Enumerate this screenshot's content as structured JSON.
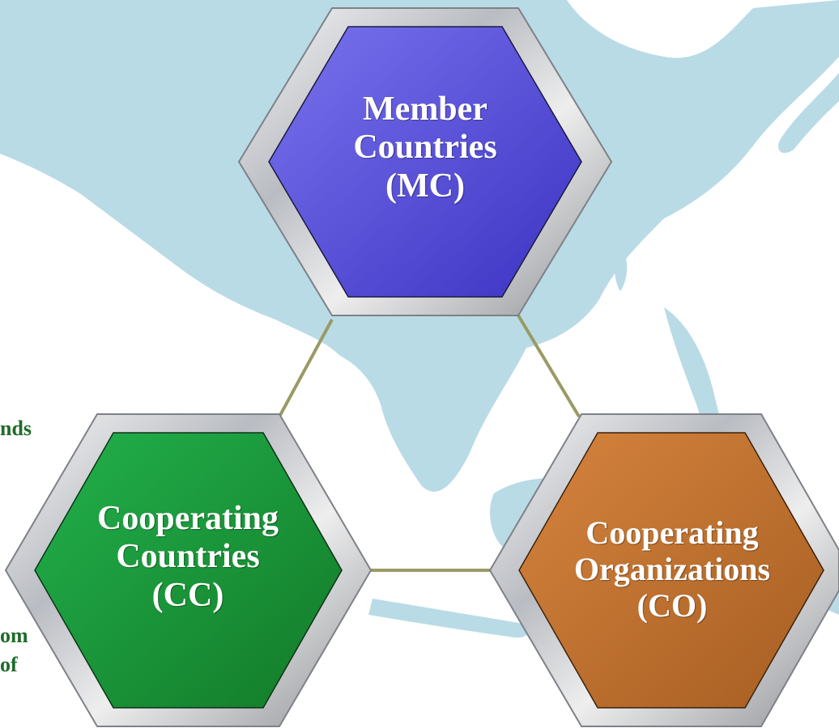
{
  "colors": {
    "map_land": "#b9dbe6",
    "connector": "#9a9a66",
    "mc_fill_top": "#7a73ee",
    "mc_fill_bottom": "#3b33c2",
    "cc_fill_top": "#22b14c",
    "cc_fill_bottom": "#137a28",
    "co_fill_top": "#d6843e",
    "co_fill_bottom": "#a65e22",
    "side_text": "#1f6b2c"
  },
  "nodes": {
    "member": {
      "line1": "Member",
      "line2": "Countries",
      "line3": "(MC)"
    },
    "cooperating_countries": {
      "line1": "Cooperating",
      "line2": "Countries",
      "line3": "(CC)"
    },
    "cooperating_organizations": {
      "line1": "Cooperating",
      "line2": "Organizations",
      "line3": "(CO)"
    }
  },
  "left_fragments": {
    "top": "nds",
    "bottom_line1": "om",
    "bottom_line2": "of"
  }
}
